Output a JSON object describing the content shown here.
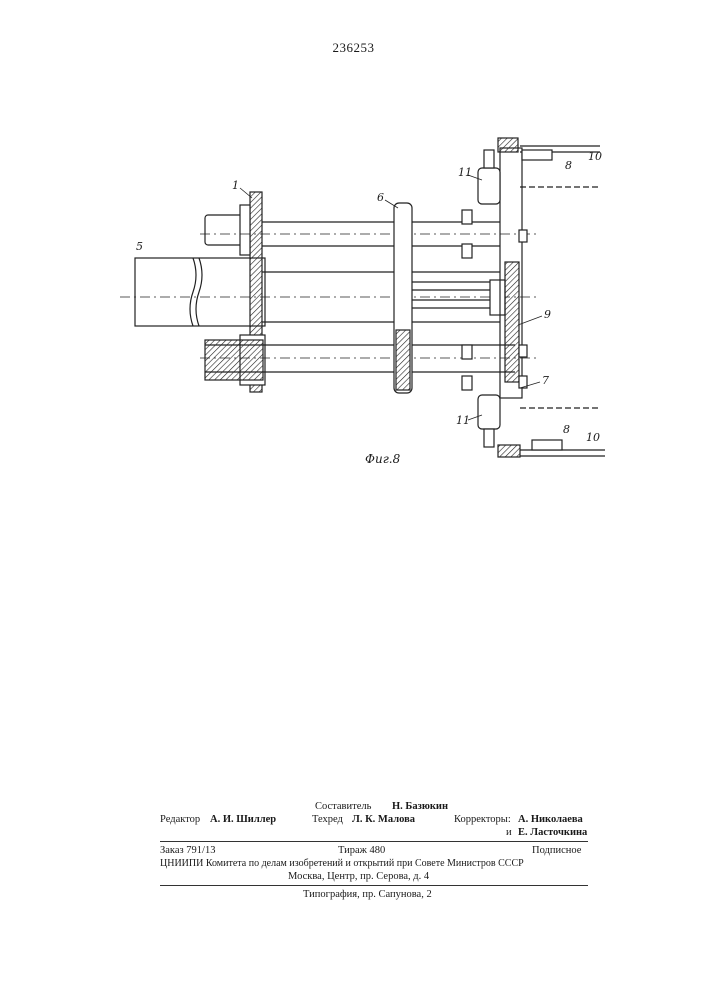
{
  "patent_number": "236253",
  "figure": {
    "caption": "Фиг.8",
    "part_labels": {
      "p1": "1",
      "p5": "5",
      "p6": "6",
      "p7": "7",
      "p8a": "8",
      "p8b": "8",
      "p9": "9",
      "p10a": "10",
      "p10b": "10",
      "p11a": "11",
      "p11b": "11"
    }
  },
  "colophon": {
    "compiler_label": "Составитель",
    "compiler_name": "Н. Базюкин",
    "editor_label": "Редактор",
    "editor_name": "А. И. Шиллер",
    "techred_label": "Техред",
    "techred_name": "Л. К. Малова",
    "correctors_label": "Корректоры:",
    "corrector_1": "А. Николаева",
    "corrector_conj": "и",
    "corrector_2": "Е. Ласточкина",
    "order": "Заказ 791/13",
    "circulation": "Тираж 480",
    "subscription": "Подписное",
    "institute": "ЦНИИПИ Комитета по делам изобретений и открытий при Совете Министров СССР",
    "address": "Москва, Центр, пр. Серова, д. 4",
    "printing": "Типография, пр. Сапунова, 2"
  }
}
